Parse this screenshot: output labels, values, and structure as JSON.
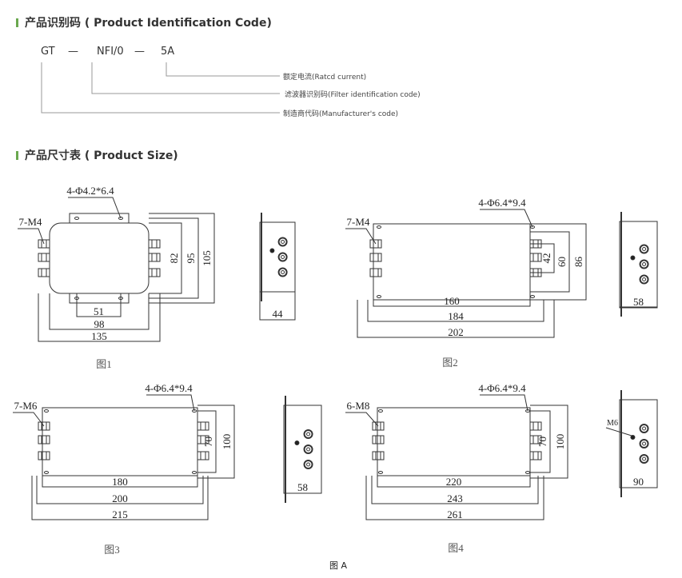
{
  "sections": {
    "id_code_title": "产品识别码 ( Product Identification Code)",
    "size_title": "产品尺寸表 ( Product Size)"
  },
  "code": {
    "part1": "GT",
    "dash1": "—",
    "part2": "NFI/0",
    "dash2": "—",
    "part3": "5A",
    "desc_current": "额定电流(Ratcd current)",
    "desc_filter": "滤波器识别码(Filter identification code)",
    "desc_manufacturer": "制造商代码(Manufacturer's code)"
  },
  "figures": [
    {
      "caption": "图1",
      "holes": "4-Φ4.2*6.4",
      "terminals": "7-M4",
      "v_dims": [
        "82",
        "95",
        "105"
      ],
      "h_dims": [
        "51",
        "98",
        "135"
      ],
      "depth": "44"
    },
    {
      "caption": "图2",
      "holes": "4-Φ6.4*9.4",
      "terminals": "7-M4",
      "v_dims": [
        "42",
        "60",
        "86"
      ],
      "h_dims": [
        "160",
        "184",
        "202"
      ],
      "depth": "58"
    },
    {
      "caption": "图3",
      "holes": "4-Φ6.4*9.4",
      "terminals": "7-M6",
      "v_dims": [
        "70",
        "100"
      ],
      "h_dims": [
        "180",
        "200",
        "215"
      ],
      "depth": "58"
    },
    {
      "caption": "图4",
      "holes": "4-Φ6.4*9.4",
      "terminals": "6-M8",
      "v_dims": [
        "70",
        "100"
      ],
      "h_dims": [
        "220",
        "243",
        "261"
      ],
      "depth": "90",
      "side_label": "M6"
    }
  ],
  "figure_caption": "图 A",
  "colors": {
    "accent": "#6aa84f",
    "line": "#333333"
  }
}
